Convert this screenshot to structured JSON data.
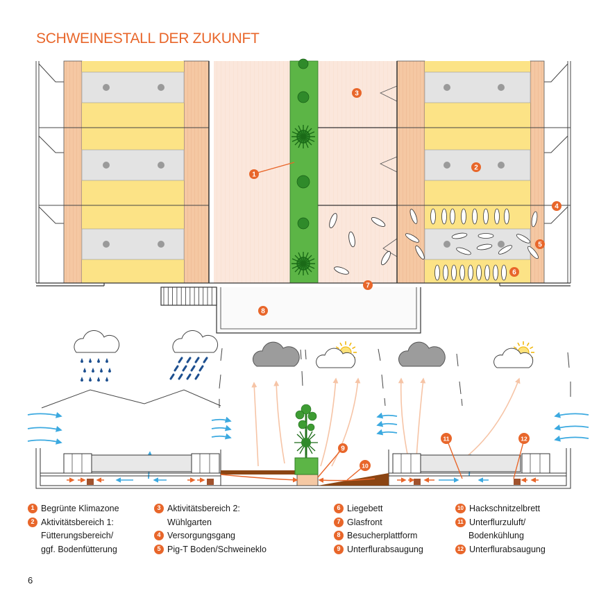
{
  "title": "SCHWEINESTALL DER ZUKUNFT",
  "page_number": "6",
  "colors": {
    "accent": "#e8662a",
    "yellow": "#fce386",
    "grey": "#e3e3e3",
    "green": "#5cb546",
    "wood": "#f5c8a3",
    "sand": "#fbe7dc",
    "rain_blue": "#1d4f8f",
    "wind_blue": "#3ba9e0",
    "warm_air": "#f6c4a6",
    "floor_brown": "#8b4513"
  },
  "markers": [
    "1",
    "2",
    "3",
    "4",
    "5",
    "6",
    "7",
    "8",
    "9",
    "10",
    "11",
    "12"
  ],
  "icons": [
    "cloud-rain-icon",
    "cloud-heavy-rain-icon",
    "cloud-icon",
    "cloud-sun-icon",
    "pig-icon",
    "plant-icon",
    "wind-arrow-icon"
  ],
  "legend": {
    "col1": [
      {
        "num": "1",
        "text": "Begrünte Klimazone"
      },
      {
        "num": "2",
        "text": "Aktivitätsbereich 1:",
        "cont": [
          "Fütterungsbereich/",
          "ggf. Bodenfütterung"
        ]
      }
    ],
    "col2": [
      {
        "num": "3",
        "text": "Aktivitätsbereich 2:",
        "cont": [
          "Wühlgarten"
        ]
      },
      {
        "num": "4",
        "text": "Versorgungsgang"
      },
      {
        "num": "5",
        "text": "Pig-T Boden/Schweineklo"
      }
    ],
    "col3": [
      {
        "num": "6",
        "text": "Liegebett"
      },
      {
        "num": "7",
        "text": "Glasfront"
      },
      {
        "num": "8",
        "text": "Besucherplattform"
      },
      {
        "num": "9",
        "text": "Unterflurabsaugung"
      }
    ],
    "col4": [
      {
        "num": "10",
        "text": "Hackschnitzelbrett"
      },
      {
        "num": "11",
        "text": "Unterflurzuluft/",
        "cont": [
          "Bodenkühlung"
        ]
      },
      {
        "num": "12",
        "text": "Unterflurabsaugung"
      }
    ]
  }
}
